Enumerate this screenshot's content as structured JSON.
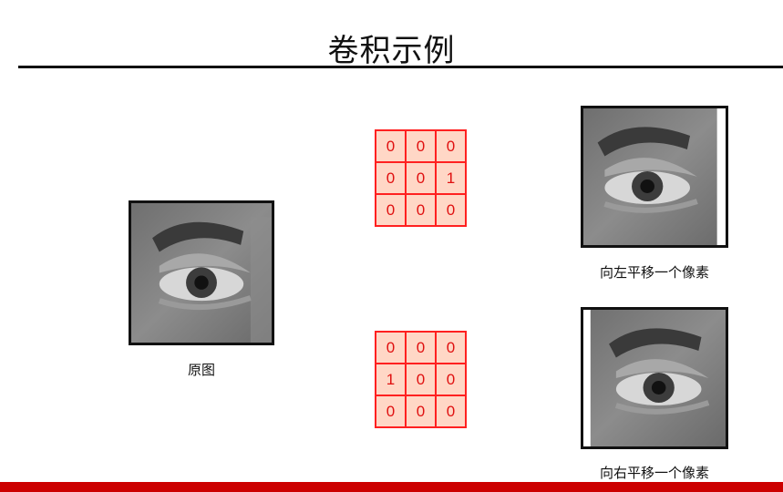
{
  "slide": {
    "title": "卷积示例"
  },
  "original": {
    "caption": "原图"
  },
  "kernels": [
    {
      "rows": [
        [
          "0",
          "0",
          "0"
        ],
        [
          "0",
          "0",
          "1"
        ],
        [
          "0",
          "0",
          "0"
        ]
      ]
    },
    {
      "rows": [
        [
          "0",
          "0",
          "0"
        ],
        [
          "1",
          "0",
          "0"
        ],
        [
          "0",
          "0",
          "0"
        ]
      ]
    }
  ],
  "results": [
    {
      "caption": "向左平移一个像素"
    },
    {
      "caption": "向右平移一个像素"
    }
  ],
  "colors": {
    "kernel_border": "#ff2020",
    "kernel_fill": "#ffd7c6",
    "kernel_text": "#e01010",
    "accent_bar": "#cc0000"
  }
}
